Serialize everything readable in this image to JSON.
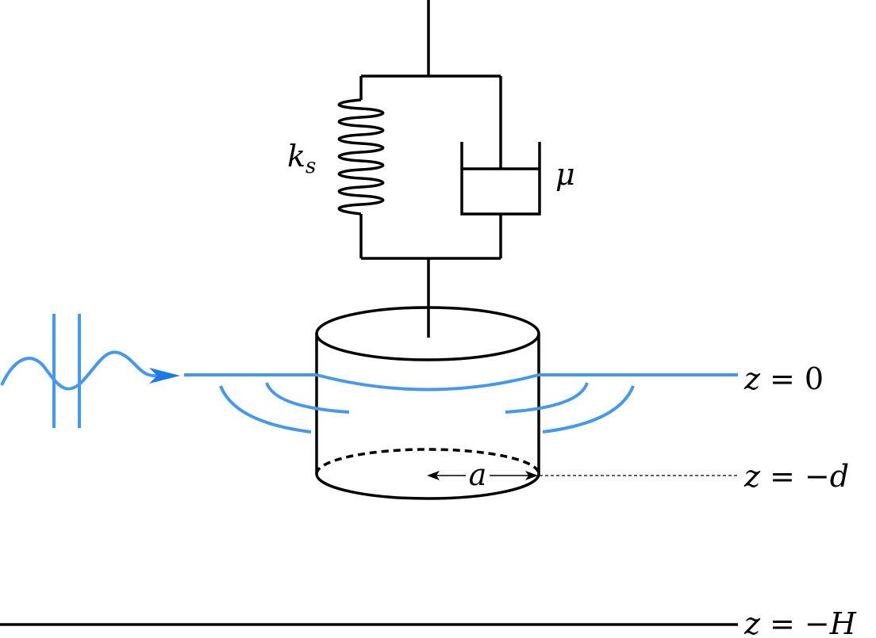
{
  "labels": {
    "spring_symbol": "k",
    "spring_subscript": "s",
    "damper_symbol": "μ",
    "radius_symbol": "a"
  },
  "levels": [
    {
      "var": "z",
      "rhs": "0"
    },
    {
      "var": "z",
      "rhs": "−d"
    },
    {
      "var": "z",
      "rhs": "−H"
    }
  ],
  "colors": {
    "line": "#000000",
    "wave": "#4499ee",
    "arrowhead": "#1a7ae8"
  }
}
